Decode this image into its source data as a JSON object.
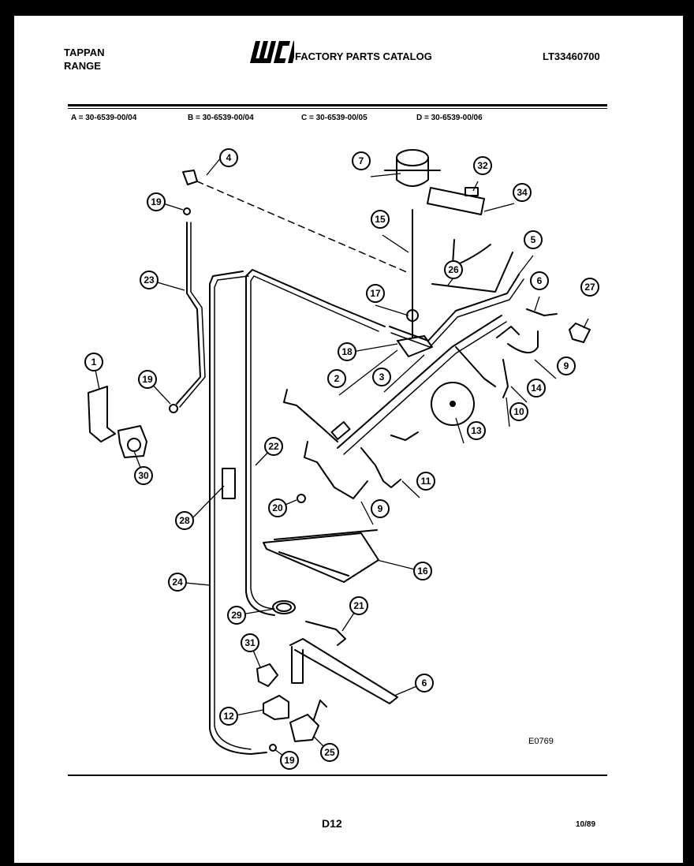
{
  "header": {
    "brand": "TAPPAN",
    "product": "RANGE",
    "logo": "WCI",
    "catalog_title": "FACTORY PARTS CATALOG",
    "model_number": "LT33460700"
  },
  "variant_codes": [
    "A = 30-6539-00/04",
    "B = 30-6539-00/04",
    "C = 30-6539-00/05",
    "D = 30-6539-00/06"
  ],
  "callouts": {
    "c1": "1",
    "c2": "2",
    "c3": "3",
    "c4": "4",
    "c5": "5",
    "c6a": "6",
    "c6b": "6",
    "c7": "7",
    "c9a": "9",
    "c9b": "9",
    "c10": "10",
    "c11": "11",
    "c12": "12",
    "c13": "13",
    "c14": "14",
    "c15": "15",
    "c16": "16",
    "c17": "17",
    "c18": "18",
    "c19a": "19",
    "c19b": "19",
    "c19c": "19",
    "c20": "20",
    "c21": "21",
    "c22": "22",
    "c23": "23",
    "c24": "24",
    "c25": "25",
    "c26": "26",
    "c27": "27",
    "c28": "28",
    "c29": "29",
    "c30": "30",
    "c31": "31",
    "c32": "32",
    "c34": "34"
  },
  "footer": {
    "drawing_ref": "E0769",
    "page": "D12",
    "date": "10/89"
  }
}
